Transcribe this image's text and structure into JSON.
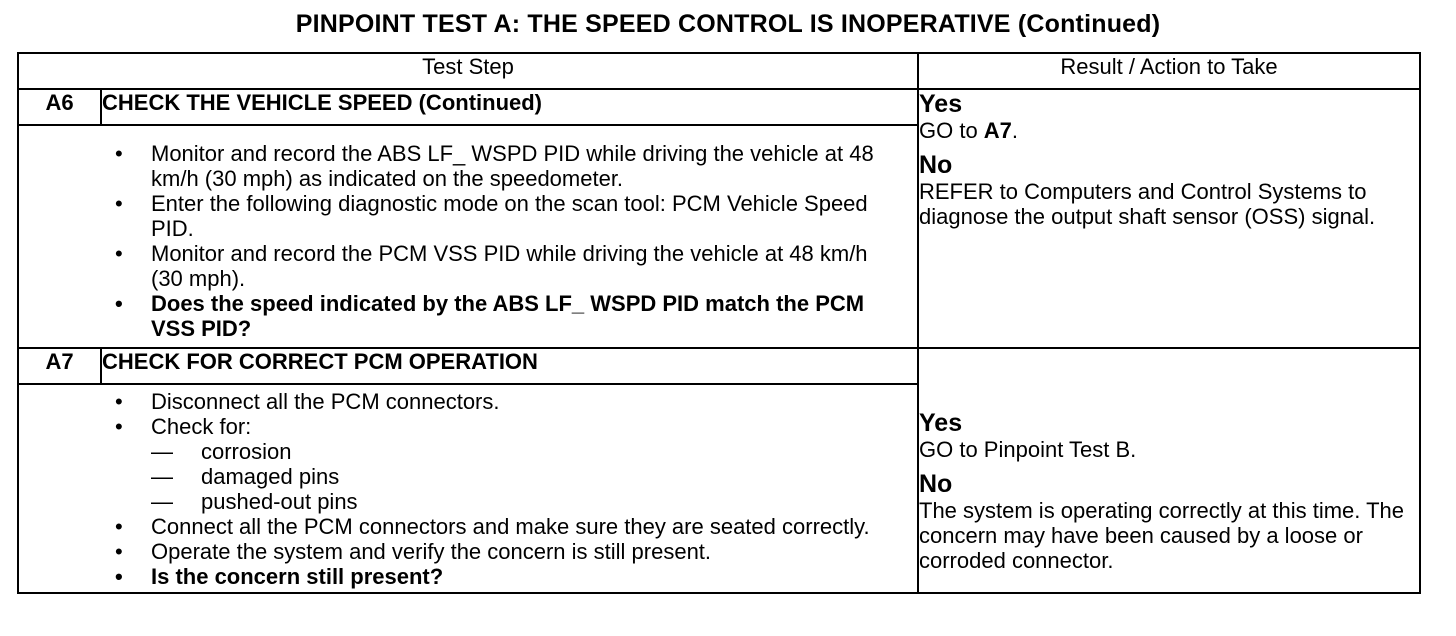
{
  "title": "PINPOINT TEST  A: THE SPEED CONTROL IS INOPERATIVE (Continued)",
  "headers": {
    "test_step": "Test Step",
    "result_action": "Result / Action to Take"
  },
  "steps": [
    {
      "id": "A6",
      "title": "CHECK THE VEHICLE SPEED (Continued)",
      "bullet": "•",
      "items": [
        "Monitor and record the ABS LF_  WSPD PID while driving the vehicle at 48 km/h (30 mph) as indicated on the speedometer.",
        "Enter the following diagnostic mode on the scan tool: PCM Vehicle Speed PID.",
        "Monitor and record the PCM VSS PID while driving the vehicle at 48 km/h (30 mph)."
      ],
      "question": "Does the speed indicated by the ABS LF_  WSPD PID match the PCM VSS PID?",
      "result": {
        "yes_label": "Yes",
        "yes_text_prefix": "GO to ",
        "yes_text_bold": "A7",
        "yes_text_suffix": ".",
        "no_label": "No",
        "no_text": "REFER to Computers and Control Systems to diagnose the output shaft sensor (OSS) signal."
      }
    },
    {
      "id": "A7",
      "title": "CHECK FOR CORRECT PCM OPERATION",
      "bullet": "•",
      "dash": "—",
      "item_disconnect": "Disconnect all the PCM connectors.",
      "item_check": "Check for:",
      "check_list": [
        "corrosion",
        "damaged pins",
        "pushed-out pins"
      ],
      "item_connect": "Connect all the PCM connectors and make sure they are seated correctly.",
      "item_operate": "Operate the system and verify the concern is still present.",
      "question": "Is the concern still present?",
      "result": {
        "yes_label": "Yes",
        "yes_text": "GO to Pinpoint Test B.",
        "no_label": "No",
        "no_text": "The system is operating correctly at this time. The concern may have been caused by a loose or corroded connector."
      }
    }
  ]
}
